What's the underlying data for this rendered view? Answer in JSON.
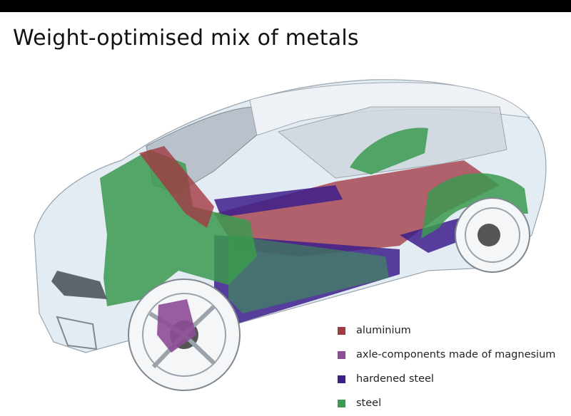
{
  "title": "Weight-optimised mix of metals",
  "legend": [
    {
      "label": "aluminium",
      "color": "#a23a44"
    },
    {
      "label": "axle-components made of magnesium",
      "color": "#8e4d97"
    },
    {
      "label": "hardened steel",
      "color": "#3d1f8c"
    },
    {
      "label": "steel",
      "color": "#3b9a4f"
    }
  ]
}
